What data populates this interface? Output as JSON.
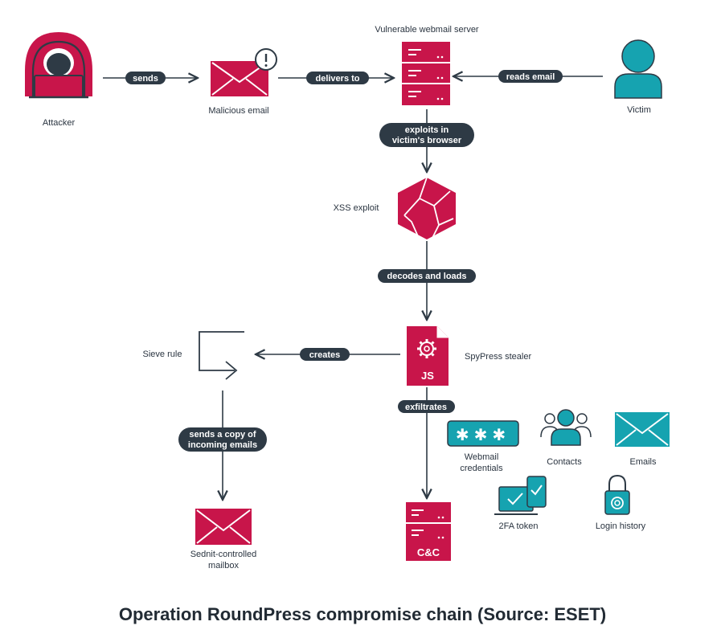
{
  "colors": {
    "crimson": "#c8154a",
    "teal": "#16a3b0",
    "dark": "#2e3a45",
    "line": "#2e3a45"
  },
  "nodes": {
    "server": "Vulnerable webmail server",
    "attacker": "Attacker",
    "malicious_email": "Malicious email",
    "victim": "Victim",
    "xss": "XSS exploit",
    "sieve": "Sieve rule",
    "spypress": "SpyPress stealer",
    "js": "JS",
    "cnc": "C&C",
    "mailbox_line1": "Sednit-controlled",
    "mailbox_line2": "mailbox",
    "data_items": {
      "webmail_line1": "Webmail",
      "webmail_line2": "credentials",
      "contacts": "Contacts",
      "emails": "Emails",
      "twofa": "2FA token",
      "login_history": "Login history"
    }
  },
  "edges": {
    "sends": "sends",
    "delivers_to": "delivers to",
    "reads_email": "reads email",
    "exploits_line1": "exploits in",
    "exploits_line2": "victim's browser",
    "decodes": "decodes and loads",
    "creates": "creates",
    "exfiltrates": "exfiltrates",
    "copy_line1": "sends a copy of",
    "copy_line2": "incoming emails"
  },
  "icons": [
    "hooded-attacker-icon",
    "envelope-alert-icon",
    "server-icon",
    "person-icon",
    "xss-hexagon-icon",
    "sieve-arrow-icon",
    "js-file-gear-icon",
    "envelope-icon",
    "password-icon",
    "contacts-icon",
    "devices-check-icon",
    "padlock-icon"
  ],
  "caption": "Operation RoundPress compromise chain (Source: ESET)"
}
